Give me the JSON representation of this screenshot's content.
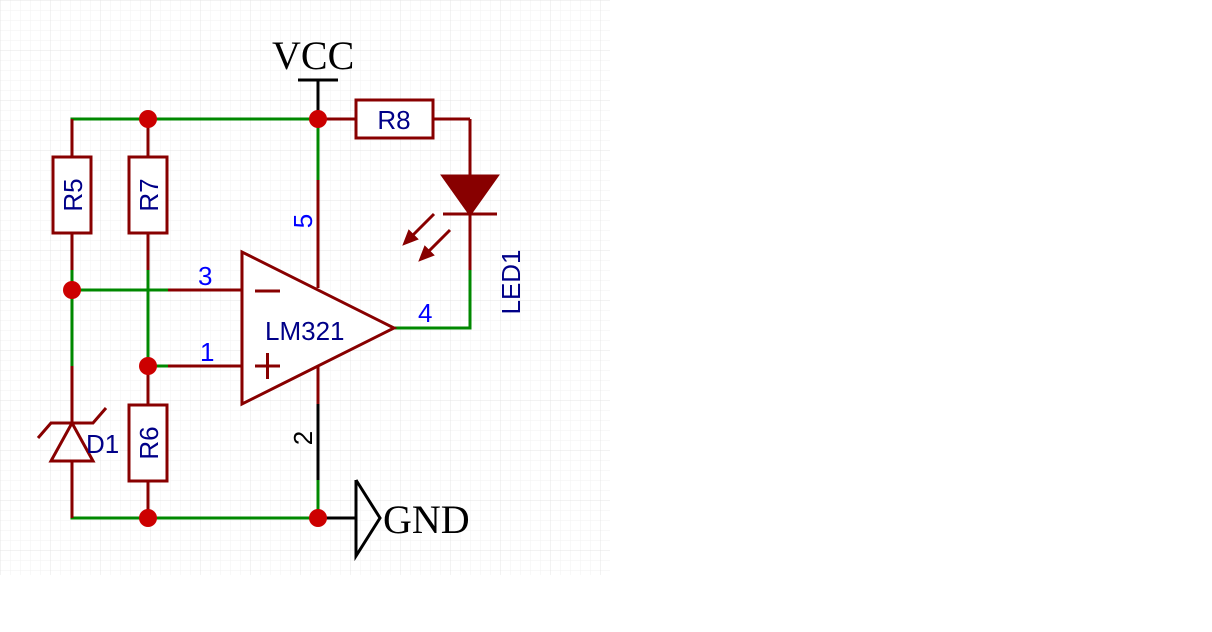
{
  "power": {
    "vcc": "VCC",
    "gnd": "GND"
  },
  "components": {
    "r5": "R5",
    "r6": "R6",
    "r7": "R7",
    "r8": "R8",
    "d1": "D1",
    "led1": "LED1",
    "opamp": "LM321"
  },
  "pins": {
    "inv": "3",
    "noninv": "1",
    "out": "4",
    "vplus": "5",
    "vminus": "2",
    "inv_sign": "−",
    "noninv_sign": "+"
  },
  "colors": {
    "wire": "#008800",
    "component": "#880000",
    "junction": "#cc0000",
    "label": "#000088",
    "pin_number": "#0000ff",
    "grid": "#eeeeee"
  }
}
